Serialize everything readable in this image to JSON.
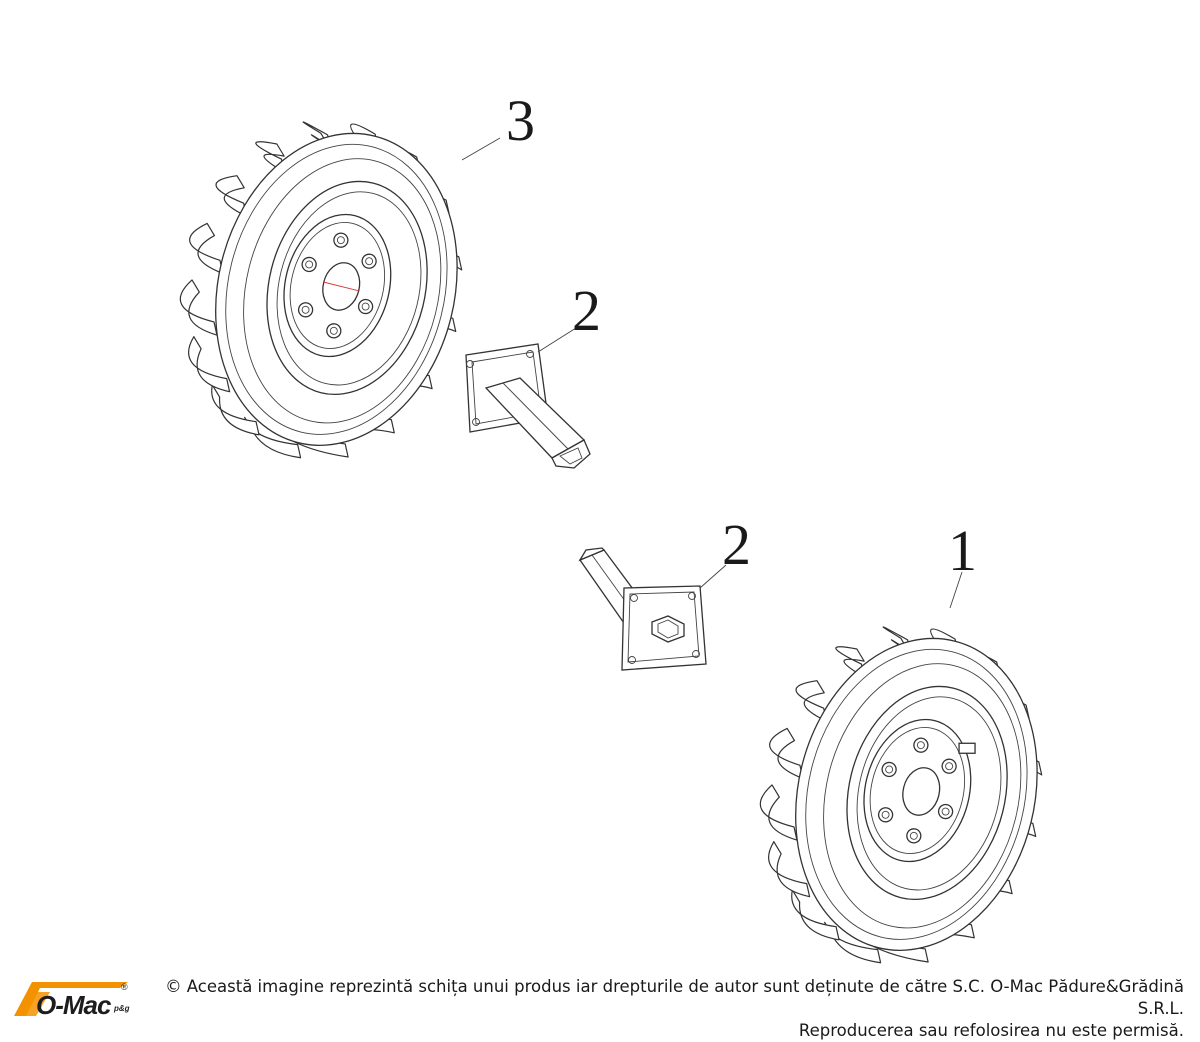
{
  "diagram": {
    "callouts": [
      {
        "id": "part-3",
        "label": "3"
      },
      {
        "id": "part-2-upper",
        "label": "2"
      },
      {
        "id": "part-2-lower",
        "label": "2"
      },
      {
        "id": "part-1",
        "label": "1"
      }
    ]
  },
  "footer": {
    "logo_text": "O-Mac",
    "logo_suffix": "p&g",
    "logo_reg": "®",
    "copyright_line1": "© Această imagine reprezintă schița unui produs iar drepturile de autor sunt deținute de către S.C. O-Mac Pădure&Grădină S.R.L.",
    "copyright_line2": "Reproducerea sau refolosirea nu este permisă."
  },
  "colors": {
    "line": "#333333",
    "brand_orange": "#f39200",
    "background": "#ffffff"
  }
}
